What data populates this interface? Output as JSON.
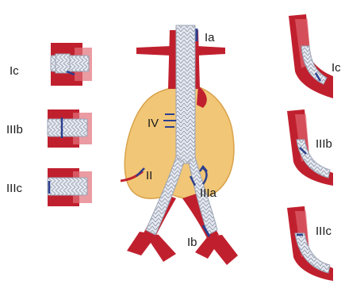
{
  "labels": {
    "ia": "Ia",
    "ib": "Ib",
    "ii": "II",
    "iiia": "IIIa",
    "iv": "IV",
    "ic_left": "Ic",
    "iiib_left": "IIIb",
    "iiic_left": "IIIc",
    "ic_right": "Ic",
    "iiib_right": "IIIb",
    "iiic_right": "IIIc"
  },
  "colors": {
    "vessel": "#c0202e",
    "vessel_light": "#e3707a",
    "aneurysm_sac": "#f1c676",
    "aneurysm_edge": "#d8a24a",
    "graft": "#e4e7ee",
    "stent_wire": "#8a93a6",
    "leak_marker": "#2c3f8f"
  }
}
